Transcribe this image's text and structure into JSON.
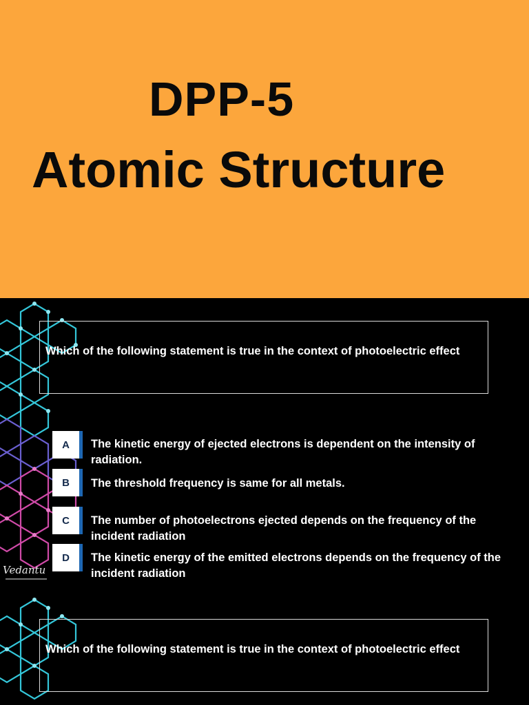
{
  "title_slide": {
    "line1": "DPP-5",
    "line2": "Atomic Structure"
  },
  "question_slide": {
    "question": "Which of the following statement is true in the context of photoelectric effect",
    "options": [
      {
        "letter": "A",
        "text": "The kinetic energy of ejected electrons is dependent on the intensity of radiation."
      },
      {
        "letter": "B",
        "text": "The threshold frequency is same for all metals."
      },
      {
        "letter": "C",
        "text": "The number of photoelectrons ejected depends on the frequency of the incident radiation"
      },
      {
        "letter": "D",
        "text": "The kinetic energy of the emitted electrons depends on the frequency of the incident radiation"
      }
    ],
    "logo": "Vedantu"
  },
  "question_slide_2": {
    "question": "Which of the following statement is true in the context of photoelectric effect"
  },
  "colors": {
    "title_background": "#fca63c",
    "slide_background": "#000000",
    "option_accent": "#1e67b3",
    "network_cyan": "#34c6d9",
    "network_magenta": "#d04aa8"
  }
}
